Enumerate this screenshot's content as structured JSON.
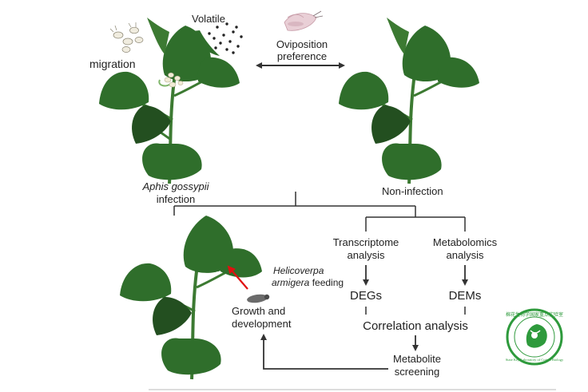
{
  "labels": {
    "volatile": "Volatile",
    "migration": "migration",
    "oviposition_line1": "Oviposition",
    "oviposition_line2": "preference",
    "aphis_species": "Aphis gossypii",
    "aphis_infection": "infection",
    "non_infection": "Non-infection",
    "helicoverpa_species": "Helicoverpa",
    "helicoverpa_feeding_prefix": "armigera",
    "helicoverpa_feeding_suffix": " feeding",
    "growth_line1": "Growth and",
    "growth_line2": "development",
    "transcriptome_line1": "Transcriptome",
    "transcriptome_line2": "analysis",
    "metabolomics_line1": "Metabolomics",
    "metabolomics_line2": "analysis",
    "degs": "DEGs",
    "dems": "DEMs",
    "correlation": "Correlation analysis",
    "metabolite_line1": "Metabolite",
    "metabolite_line2": "screening"
  },
  "logo": {
    "text": "棉花生物学国家重点实验室 State Key Laboratory of Cotton Biology",
    "color": "#2e9a3c"
  },
  "colors": {
    "leaf": "#2f6e2b",
    "leaf_light": "#4f9440",
    "stem": "#3c7a32",
    "arrow_red": "#e01010",
    "line": "#333333"
  }
}
